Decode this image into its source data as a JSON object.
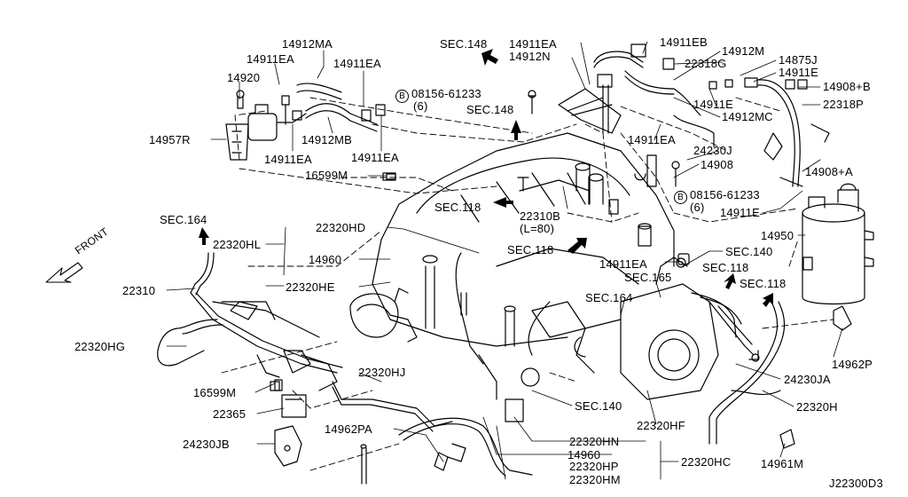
{
  "diagram_id": "J22300D3",
  "front_marker": "FRONT",
  "bolt_symbol": "B",
  "labels": {
    "p14912MA": "14912MA",
    "p14911EA_a": "14911EA",
    "p14911EA_b": "14911EA",
    "p14920": "14920",
    "p14957R": "14957R",
    "p14912MB": "14912MB",
    "p14911EA_c": "14911EA",
    "p14911EA_d": "14911EA",
    "p16599M_a": "16599M",
    "sec148_a": "SEC.148",
    "p14911EA_e": "14911EA",
    "p14912N": "14912N",
    "bolt_a": "08156-61233",
    "bolt_a_qty": "(6)",
    "sec148_b": "SEC.148",
    "p14911EB": "14911EB",
    "p14912M": "14912M",
    "p22318G": "22318G",
    "p14875J": "14875J",
    "p14911E_a": "14911E",
    "p14908B": "14908+B",
    "p14911E_b": "14911E",
    "p14912MC": "14912MC",
    "p22318P": "22318P",
    "p14911EA_f": "14911EA",
    "p24230J": "24230J",
    "p14908": "14908",
    "p14908A": "14908+A",
    "bolt_b": "08156-61233",
    "bolt_b_qty": "(6)",
    "p14911E_c": "14911E",
    "sec118_a": "SEC.118",
    "p22310B": "22310B",
    "p22310B_len": "(L=80)",
    "sec164_a": "SEC.164",
    "p22320HD": "22320HD",
    "p22320HL": "22320HL",
    "p14960_a": "14960",
    "sec118_b": "SEC.118",
    "p14911EA_g": "14911EA",
    "sec140_a": "SEC.140",
    "p14950": "14950",
    "sec118_c": "SEC.118",
    "p22310": "22310",
    "p22320HE": "22320HE",
    "sec165": "SEC.165",
    "sec164_b": "SEC.164",
    "sec118_d": "SEC.118",
    "p22320HG": "22320HG",
    "p14962P": "14962P",
    "p16599M_b": "16599M",
    "p22320HJ": "22320HJ",
    "p24230JA": "24230JA",
    "sec140_b": "SEC.140",
    "p22320H": "22320H",
    "p22365": "22365",
    "p22320HF": "22320HF",
    "p14962PA": "14962PA",
    "p22320HN": "22320HN",
    "p24230JB": "24230JB",
    "p14960_b": "14960",
    "p22320HP": "22320HP",
    "p22320HC": "22320HC",
    "p14961M": "14961M",
    "p22320HM": "22320HM"
  }
}
